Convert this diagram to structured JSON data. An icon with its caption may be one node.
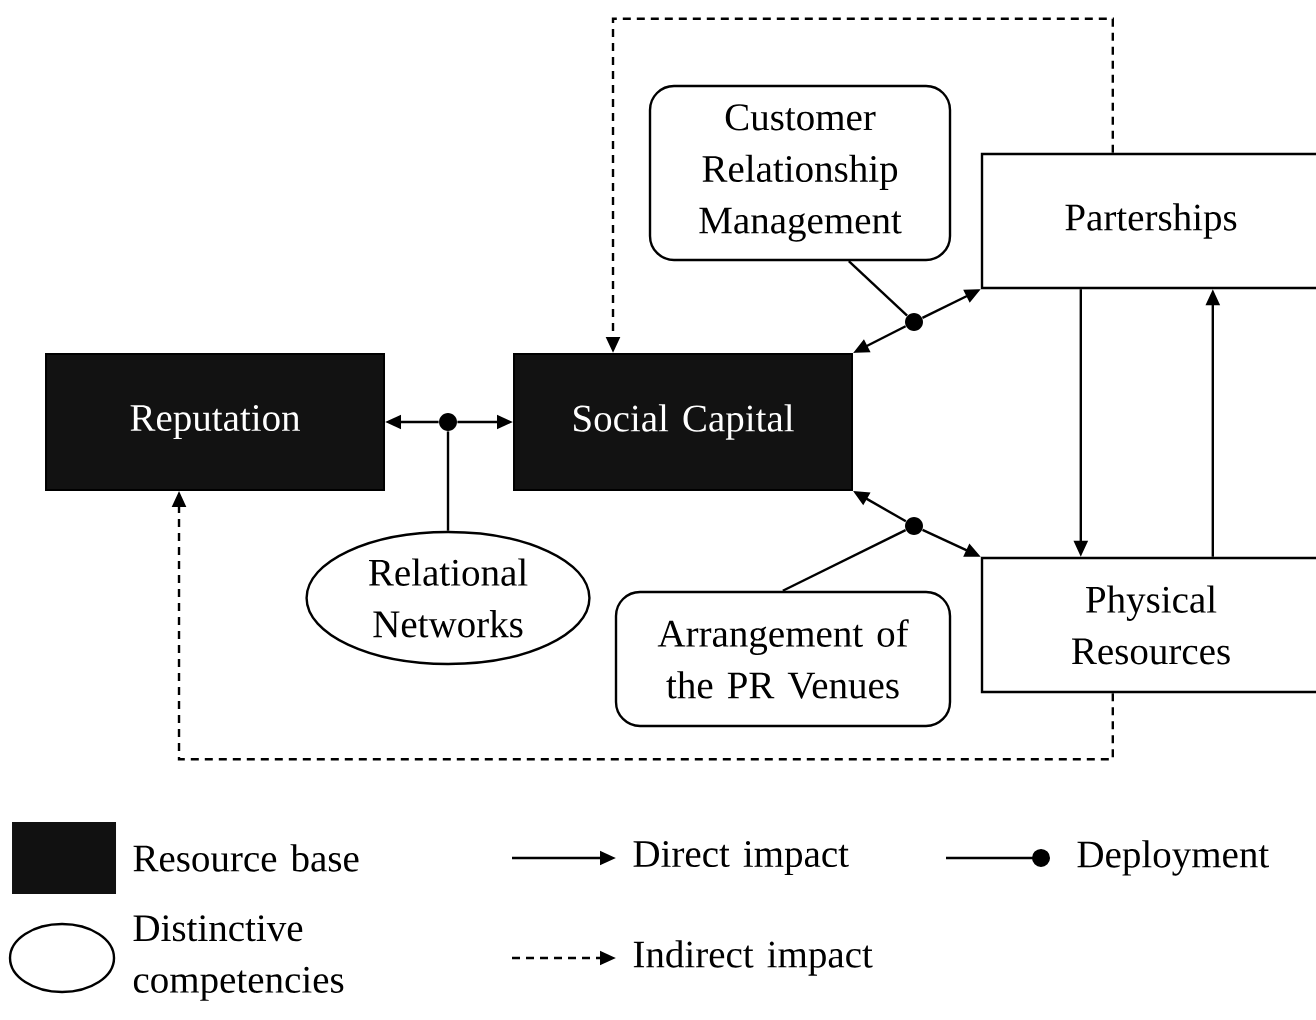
{
  "diagram": {
    "nodes": [
      {
        "text": [
          "Reputation"
        ]
      },
      {
        "text": [
          "Social Capital"
        ]
      },
      {
        "text": [
          "Customer Relationship Management"
        ]
      },
      {
        "text": [
          "Parterships"
        ]
      },
      {
        "text": [
          "Relational Networks"
        ]
      },
      {
        "text": [
          "Arrangement of the PR Venues"
        ]
      },
      {
        "text": [
          "Physical Resources"
        ]
      },
      {
        "text": [],
        "shape": "circle"
      },
      {
        "text": [],
        "shape": "circle"
      },
      {
        "text": [],
        "shape": "circle"
      }
    ],
    "edges": [
      {
        "from": 7,
        "to": 0,
        "arrow": "to"
      },
      {
        "from": 7,
        "to": 1,
        "arrow": "to"
      },
      {
        "from": 4,
        "to": 7,
        "arrow": "none"
      },
      {
        "from": 8,
        "to": 1,
        "arrow": "to"
      },
      {
        "from": 8,
        "to": 3,
        "arrow": "to"
      },
      {
        "from": 2,
        "to": 8,
        "arrow": "none"
      },
      {
        "from": 9,
        "to": 1,
        "arrow": "to"
      },
      {
        "from": 9,
        "to": 6,
        "arrow": "to"
      },
      {
        "from": 5,
        "to": 9,
        "arrow": "none"
      },
      {
        "from": 3,
        "to": 6,
        "arrow": "to"
      },
      {
        "from": 6,
        "to": 3,
        "arrow": "to"
      },
      {
        "from": 3,
        "to": 1,
        "arrow": "to",
        "style": "dashed"
      },
      {
        "from": 6,
        "to": 0,
        "arrow": "to",
        "style": "dashed"
      }
    ],
    "legend": [
      {
        "text": "Resource base",
        "color": "#111111"
      },
      {
        "text": "Distinctive competencies"
      },
      {
        "text": "Direct impact"
      },
      {
        "text": "Indirect impact"
      },
      {
        "text": "Deployment"
      }
    ]
  }
}
